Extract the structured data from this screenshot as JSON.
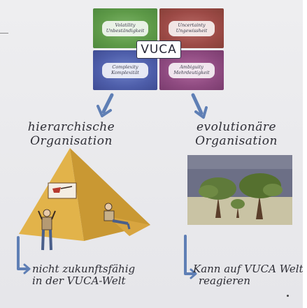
{
  "vuca": {
    "center_label": "VUCA",
    "quadrants": [
      {
        "line1": "Volatility",
        "line2": "Unbeständigkeit",
        "color": "#5e9a48"
      },
      {
        "line1": "Uncertainty",
        "line2": "Ungewissheit",
        "color": "#9c4a46"
      },
      {
        "line1": "Complexity",
        "line2": "Komplexität",
        "color": "#4e5eaa"
      },
      {
        "line1": "Ambiguity",
        "line2": "Mehrdeutigkeit",
        "color": "#8e4a80"
      }
    ]
  },
  "left": {
    "heading_line1": "hierarchische",
    "heading_line2": "Organisation",
    "caption_line1": "nicht zukunftsfähig",
    "caption_line2": "in der VUCA-Welt"
  },
  "right": {
    "heading_line1": "evolutionäre",
    "heading_line2": "Organisation",
    "caption_line1": "Kann auf VUCA Welt",
    "caption_line2": "reagieren"
  },
  "colors": {
    "arrow": "#5f7fb5",
    "pyramid_light": "#e2b34a",
    "pyramid_dark": "#c08f2c",
    "sky": "#6c6f86",
    "tree": "#5f7a3a"
  }
}
